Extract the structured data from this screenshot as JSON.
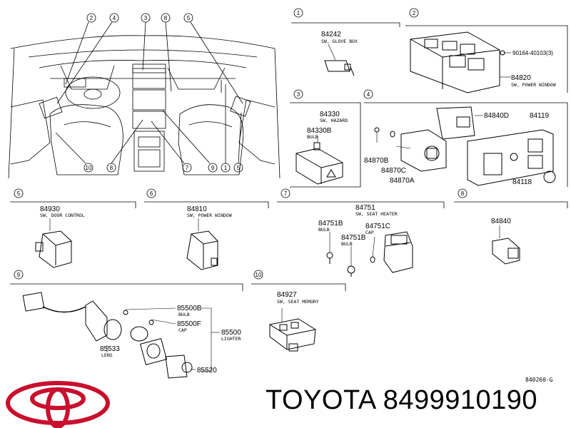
{
  "brand": {
    "name": "TOYOTA",
    "part_number": "8499910190"
  },
  "diagram_code": "840260-G",
  "overview": {
    "callouts_top": [
      "2",
      "4",
      "3",
      "8",
      "5"
    ],
    "callouts_bottom": [
      "10",
      "8",
      "7",
      "9",
      "1",
      "5"
    ]
  },
  "panels": {
    "p1": {
      "num": "1",
      "part": "84242",
      "desc": "SW, GLOVE BOX"
    },
    "p2": {
      "num": "2",
      "bolt": "90164-40103(3)",
      "part": "84820",
      "desc": "SW, POWER WINDOW"
    },
    "p3": {
      "num": "3",
      "part1": "84330",
      "desc1": "SW, HAZARD",
      "part2": "84330B",
      "desc2": "BULB"
    },
    "p4": {
      "num": "4",
      "a": "84840D",
      "b": "84119",
      "c": "84870B",
      "d": "84870C",
      "e": "84870A",
      "f": "84118"
    },
    "p5": {
      "num": "5",
      "part": "84930",
      "desc": "SW, DOOR CONTROL"
    },
    "p6": {
      "num": "6",
      "part": "84810",
      "desc": "SW, POWER WINDOW"
    },
    "p7": {
      "num": "7",
      "part": "84751",
      "desc": "SW, SEAT HEATER",
      "b1": "84751B",
      "b1d": "BULB",
      "b2": "84751C",
      "b2d": "CAP",
      "b3": "84751B",
      "b3d": "BULB"
    },
    "p8": {
      "num": "8",
      "part": "84840"
    },
    "p9": {
      "num": "9",
      "a": "85500B",
      "ad": "BULB",
      "b": "85500F",
      "bd": "CAP",
      "c": "85500",
      "cd": "LIGHTER",
      "d": "85533",
      "dd": "LENS",
      "e": "85520"
    },
    "p10": {
      "num": "10",
      "part": "84927",
      "desc": "SW, SEAT MEMORY"
    }
  }
}
